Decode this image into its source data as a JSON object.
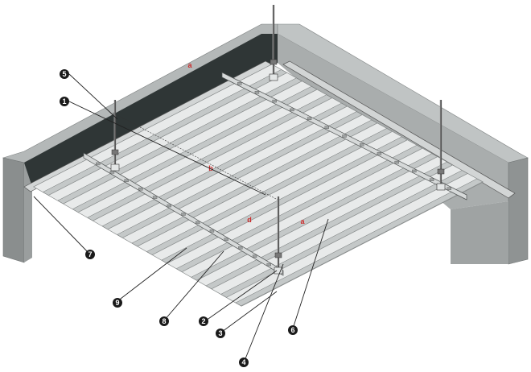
{
  "callouts": [
    {
      "id": "c1",
      "label": "1"
    },
    {
      "id": "c2",
      "label": "2"
    },
    {
      "id": "c3",
      "label": "3"
    },
    {
      "id": "c4",
      "label": "4"
    },
    {
      "id": "c5",
      "label": "5"
    },
    {
      "id": "c6",
      "label": "6"
    },
    {
      "id": "c7",
      "label": "7"
    },
    {
      "id": "c8",
      "label": "8"
    },
    {
      "id": "c9",
      "label": "9"
    }
  ],
  "dimensions": {
    "a_top": "a",
    "b": "b",
    "d": "d",
    "a_right": "a"
  },
  "colors": {
    "wall_front": "#8c9090",
    "wall_top": "#b8bcbc",
    "wall_inner": "#2e3535",
    "wall_right": "#aeb2b2",
    "panel_light": "#e8eaea",
    "panel_mid": "#c4c8c8",
    "panel_dark": "#8a8e8e",
    "carrier": "#d6d9d9",
    "leader": "#222222",
    "dimension": "#cc2b2b"
  }
}
